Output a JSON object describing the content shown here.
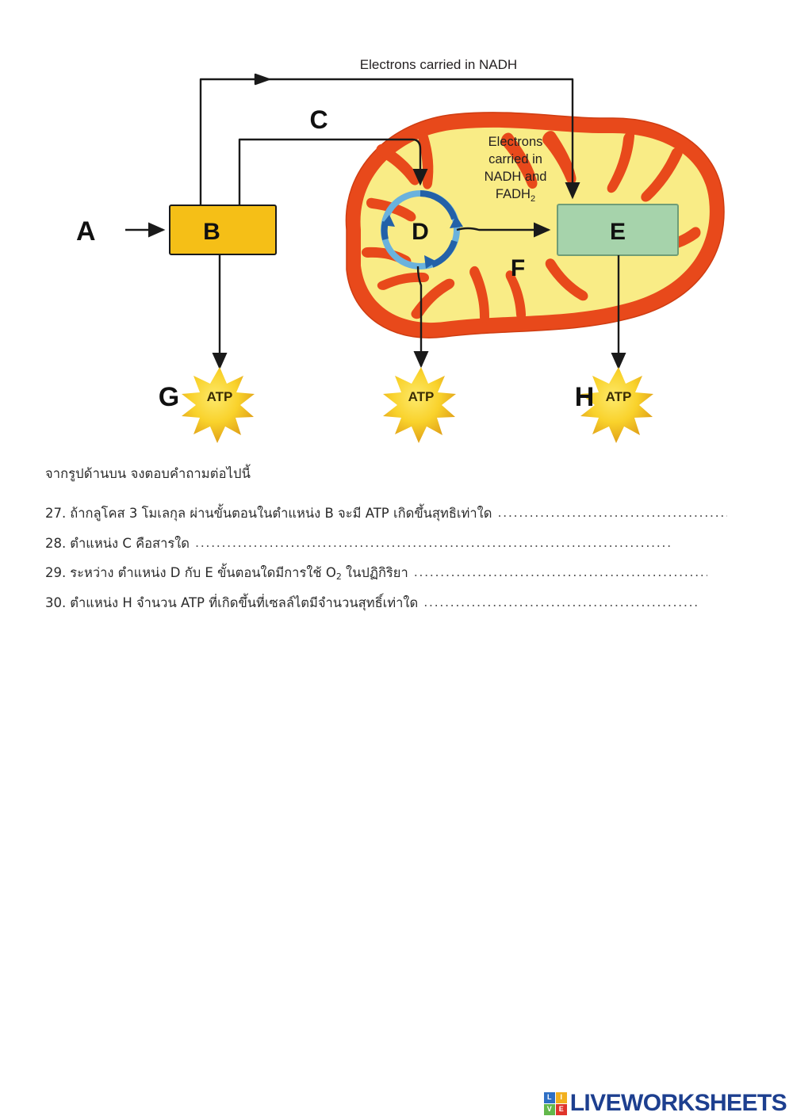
{
  "diagram": {
    "title": "cellular-respiration-mitochondrion-diagram",
    "top_label": "Electrons carried in NADH",
    "inner_label_line1": "Electrons",
    "inner_label_line2": "carried in",
    "inner_label_line3": "NADH and",
    "inner_label_line4": "FADH",
    "inner_label_sub": "2",
    "labels": {
      "a": "A",
      "b": "B",
      "c": "C",
      "d": "D",
      "e": "E",
      "f": "F",
      "g": "G",
      "h": "H"
    },
    "atp_label": "ATP",
    "colors": {
      "membrane_orange": "#e8491b",
      "matrix_yellow": "#f9ec86",
      "box_b_yellow": "#f5bf17",
      "box_e_green": "#a6d3ab",
      "cycle_blue_light": "#6ab2dd",
      "cycle_blue_dark": "#2361a8",
      "atp_star_gold": "#f5c518",
      "arrow_black": "#1a1a1a"
    }
  },
  "questions": {
    "intro": "จากรูปด้านบน จงตอบคำถามต่อไปนี้",
    "items": [
      {
        "number": "27.",
        "text_before": "ถ้ากลูโคส 3 โมเลกุล ผ่านขั้นตอนในตำแหน่ง B จะมี ATP เกิดขึ้นสุทธิเท่าใด",
        "text_sub": "",
        "text_after": "",
        "dots": "................................................................................................."
      },
      {
        "number": "28.",
        "text_before": "ตำแหน่ง C คือสารใด",
        "text_sub": "",
        "text_after": "",
        "dots": "................................................................................................................................................................................"
      },
      {
        "number": "29.",
        "text_before": "ระหว่าง ตำแหน่ง D กับ E ขั้นตอนใดมีการใช้ O",
        "text_sub": "2",
        "text_after": " ในปฏิกิริยา",
        "dots": "........................................................................................................"
      },
      {
        "number": "30.",
        "text_before": "ตำแหน่ง H จำนวน ATP ที่เกิดขึ้นที่เซลล์ไตมีจำนวนสุทธิ์เท่าใด",
        "text_sub": "",
        "text_after": "",
        "dots": "............................................................................................."
      }
    ]
  },
  "footer": {
    "brand": "LIVEWORKSHEETS",
    "logo_letters": [
      "L",
      "I",
      "V",
      "E"
    ],
    "logo_colors": [
      "#2e6fc4",
      "#f2b01e",
      "#63b84b",
      "#e0342b"
    ]
  }
}
